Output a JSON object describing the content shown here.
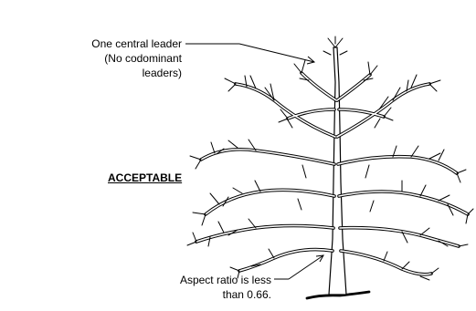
{
  "callouts": {
    "leader": {
      "lines": [
        "One central leader",
        "(No codominant",
        "leaders)"
      ]
    },
    "aspect": {
      "lines": [
        "Aspect ratio is less",
        "than 0.66."
      ]
    }
  },
  "status": {
    "label": "ACCEPTABLE"
  },
  "colors": {
    "ink": "#000000",
    "background": "#ffffff"
  },
  "icons": {
    "tree": "deciduous-tree-illustration"
  }
}
